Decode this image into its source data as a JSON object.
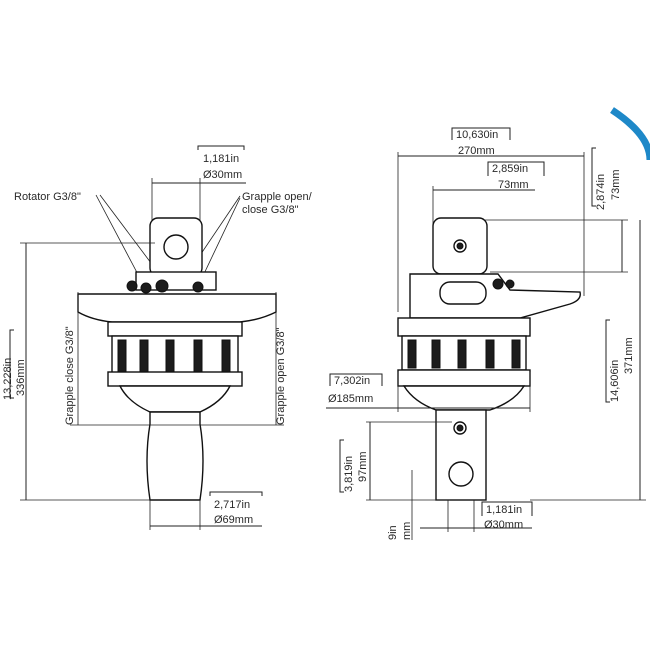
{
  "left_view": {
    "top_bore_in": "1,181in",
    "top_bore_mm": "Ø30mm",
    "rotator_port": "Rotator G3/8\"",
    "grapple_open_close_line1": "Grapple open/",
    "grapple_open_close_line2": "close G3/8\"",
    "grapple_close_side": "Grapple close G3/8\"",
    "grapple_open_side": "Grapple open G3/8\"",
    "height_in": "13,228in",
    "height_mm": "336mm",
    "shaft_dia_in": "2,717in",
    "shaft_dia_mm": "Ø69mm"
  },
  "right_view": {
    "width_in": "10,630in",
    "width_mm": "270mm",
    "offset_in": "2,859in",
    "offset_mm": "73mm",
    "top_height_in": "2,874in",
    "top_height_mm": "73mm",
    "total_height_in": "14,606in",
    "total_height_mm": "371mm",
    "body_dia_in": "7,302in",
    "body_dia_mm": "Ø185mm",
    "shaft_len_in": "3,819in",
    "shaft_len_mm": "97mm",
    "bottom_bore_in": "1,181in",
    "bottom_bore_mm": "Ø30mm",
    "cut_in": "9in",
    "cut_mm": "mm"
  },
  "colors": {
    "line": "#222222",
    "accent_arc": "#1e88c8"
  }
}
